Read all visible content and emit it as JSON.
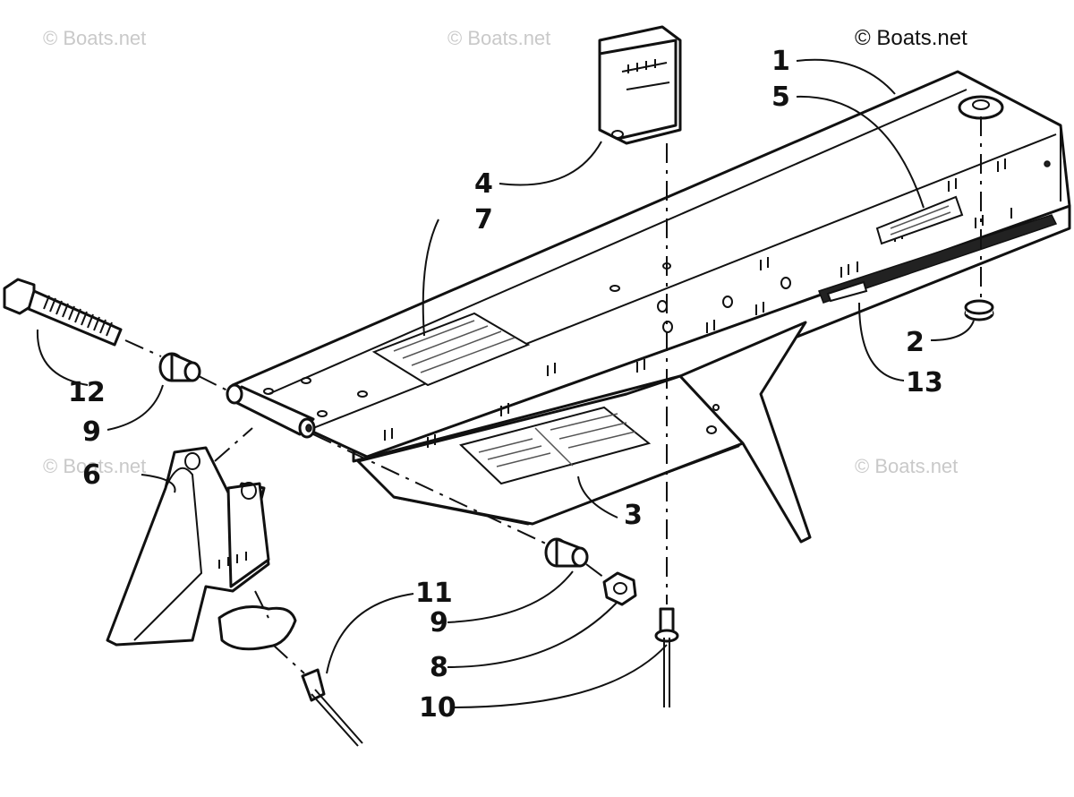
{
  "watermark": {
    "main": "© Boats.net",
    "faint": "© Boats.net"
  },
  "callouts": [
    {
      "id": "c1",
      "label": "1"
    },
    {
      "id": "c2",
      "label": "2"
    },
    {
      "id": "c3",
      "label": "3"
    },
    {
      "id": "c4",
      "label": "4"
    },
    {
      "id": "c5",
      "label": "5"
    },
    {
      "id": "c6",
      "label": "6"
    },
    {
      "id": "c7",
      "label": "7"
    },
    {
      "id": "c8",
      "label": "8"
    },
    {
      "id": "c9a",
      "label": "9"
    },
    {
      "id": "c9b",
      "label": "9"
    },
    {
      "id": "c10",
      "label": "10"
    },
    {
      "id": "c11",
      "label": "11"
    },
    {
      "id": "c12",
      "label": "12"
    },
    {
      "id": "c13",
      "label": "13"
    }
  ]
}
